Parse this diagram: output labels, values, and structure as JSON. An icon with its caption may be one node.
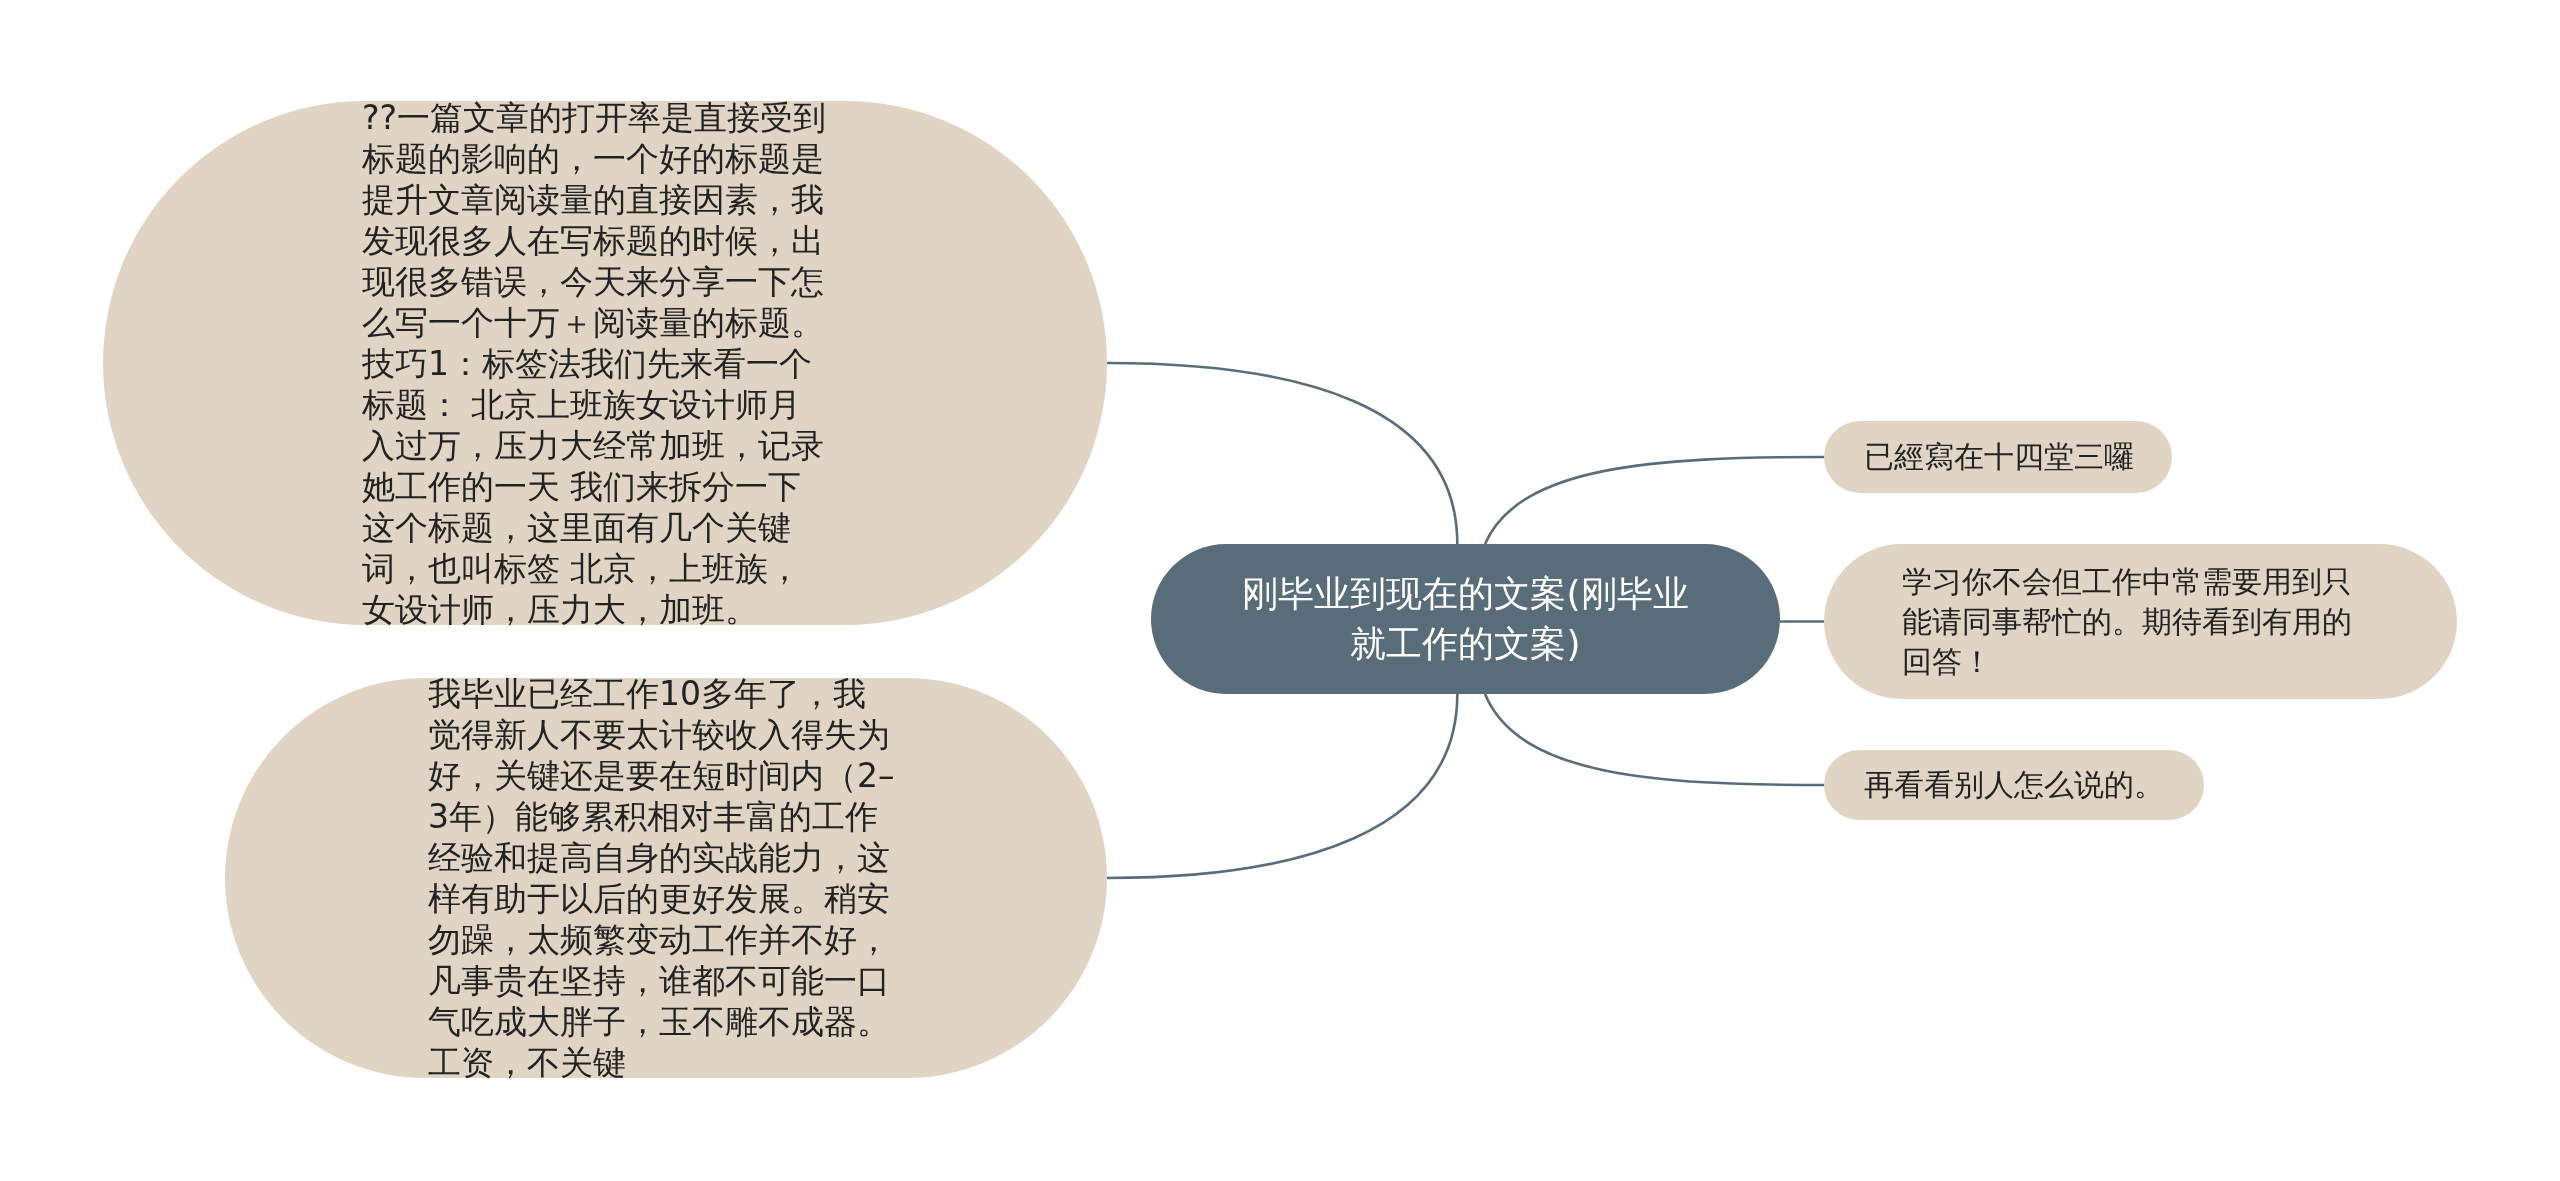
{
  "diagram": {
    "nodes": [
      {
        "text": [
          "刚毕业到现在的文案(刚毕业就工作的文案)"
        ]
      },
      {
        "text": [
          "??一篇文章的打开率是直接受到标题的影响的，一个好的标题是提升文章阅读量的直接因素，我发现很多人在写标题的时候，出现很多错误，今天来分享一下怎么写一个十万＋阅读量的标题。技巧1：标签法我们先来看一个标题： 北京上班族女设计师月入过万，压力大经常加班，记录她工作的一天 我们来拆分一下这个标题，这里面有几个关键词，也叫标签 北京，上班族，女设计师，压力大，加班。"
        ]
      },
      {
        "text": [
          "我毕业已经工作10多年了，我觉得新人不要太计较收入得失为好，关键还是要在短时间内（2–3年）能够累积相对丰富的工作经验和提高自身的实战能力，这样有助于以后的更好发展。稍安勿躁，太频繁变动工作并不好，凡事贵在坚持，谁都不可能一口气吃成大胖子，玉不雕不成器。工资，不关键"
        ]
      },
      {
        "text": [
          "已經寫在十四堂三囉"
        ]
      },
      {
        "text": [
          "学习你不会但工作中常需要用到只能请同事帮忙的。期待看到有用的回答！"
        ]
      },
      {
        "text": [
          "再看看别人怎么说的。"
        ]
      }
    ],
    "edges": [
      {
        "from": 0,
        "to": 1,
        "arrow": "none"
      },
      {
        "from": 0,
        "to": 2,
        "arrow": "none"
      },
      {
        "from": 0,
        "to": 3,
        "arrow": "none"
      },
      {
        "from": 0,
        "to": 4,
        "arrow": "none"
      },
      {
        "from": 0,
        "to": 5,
        "arrow": "none"
      }
    ]
  }
}
